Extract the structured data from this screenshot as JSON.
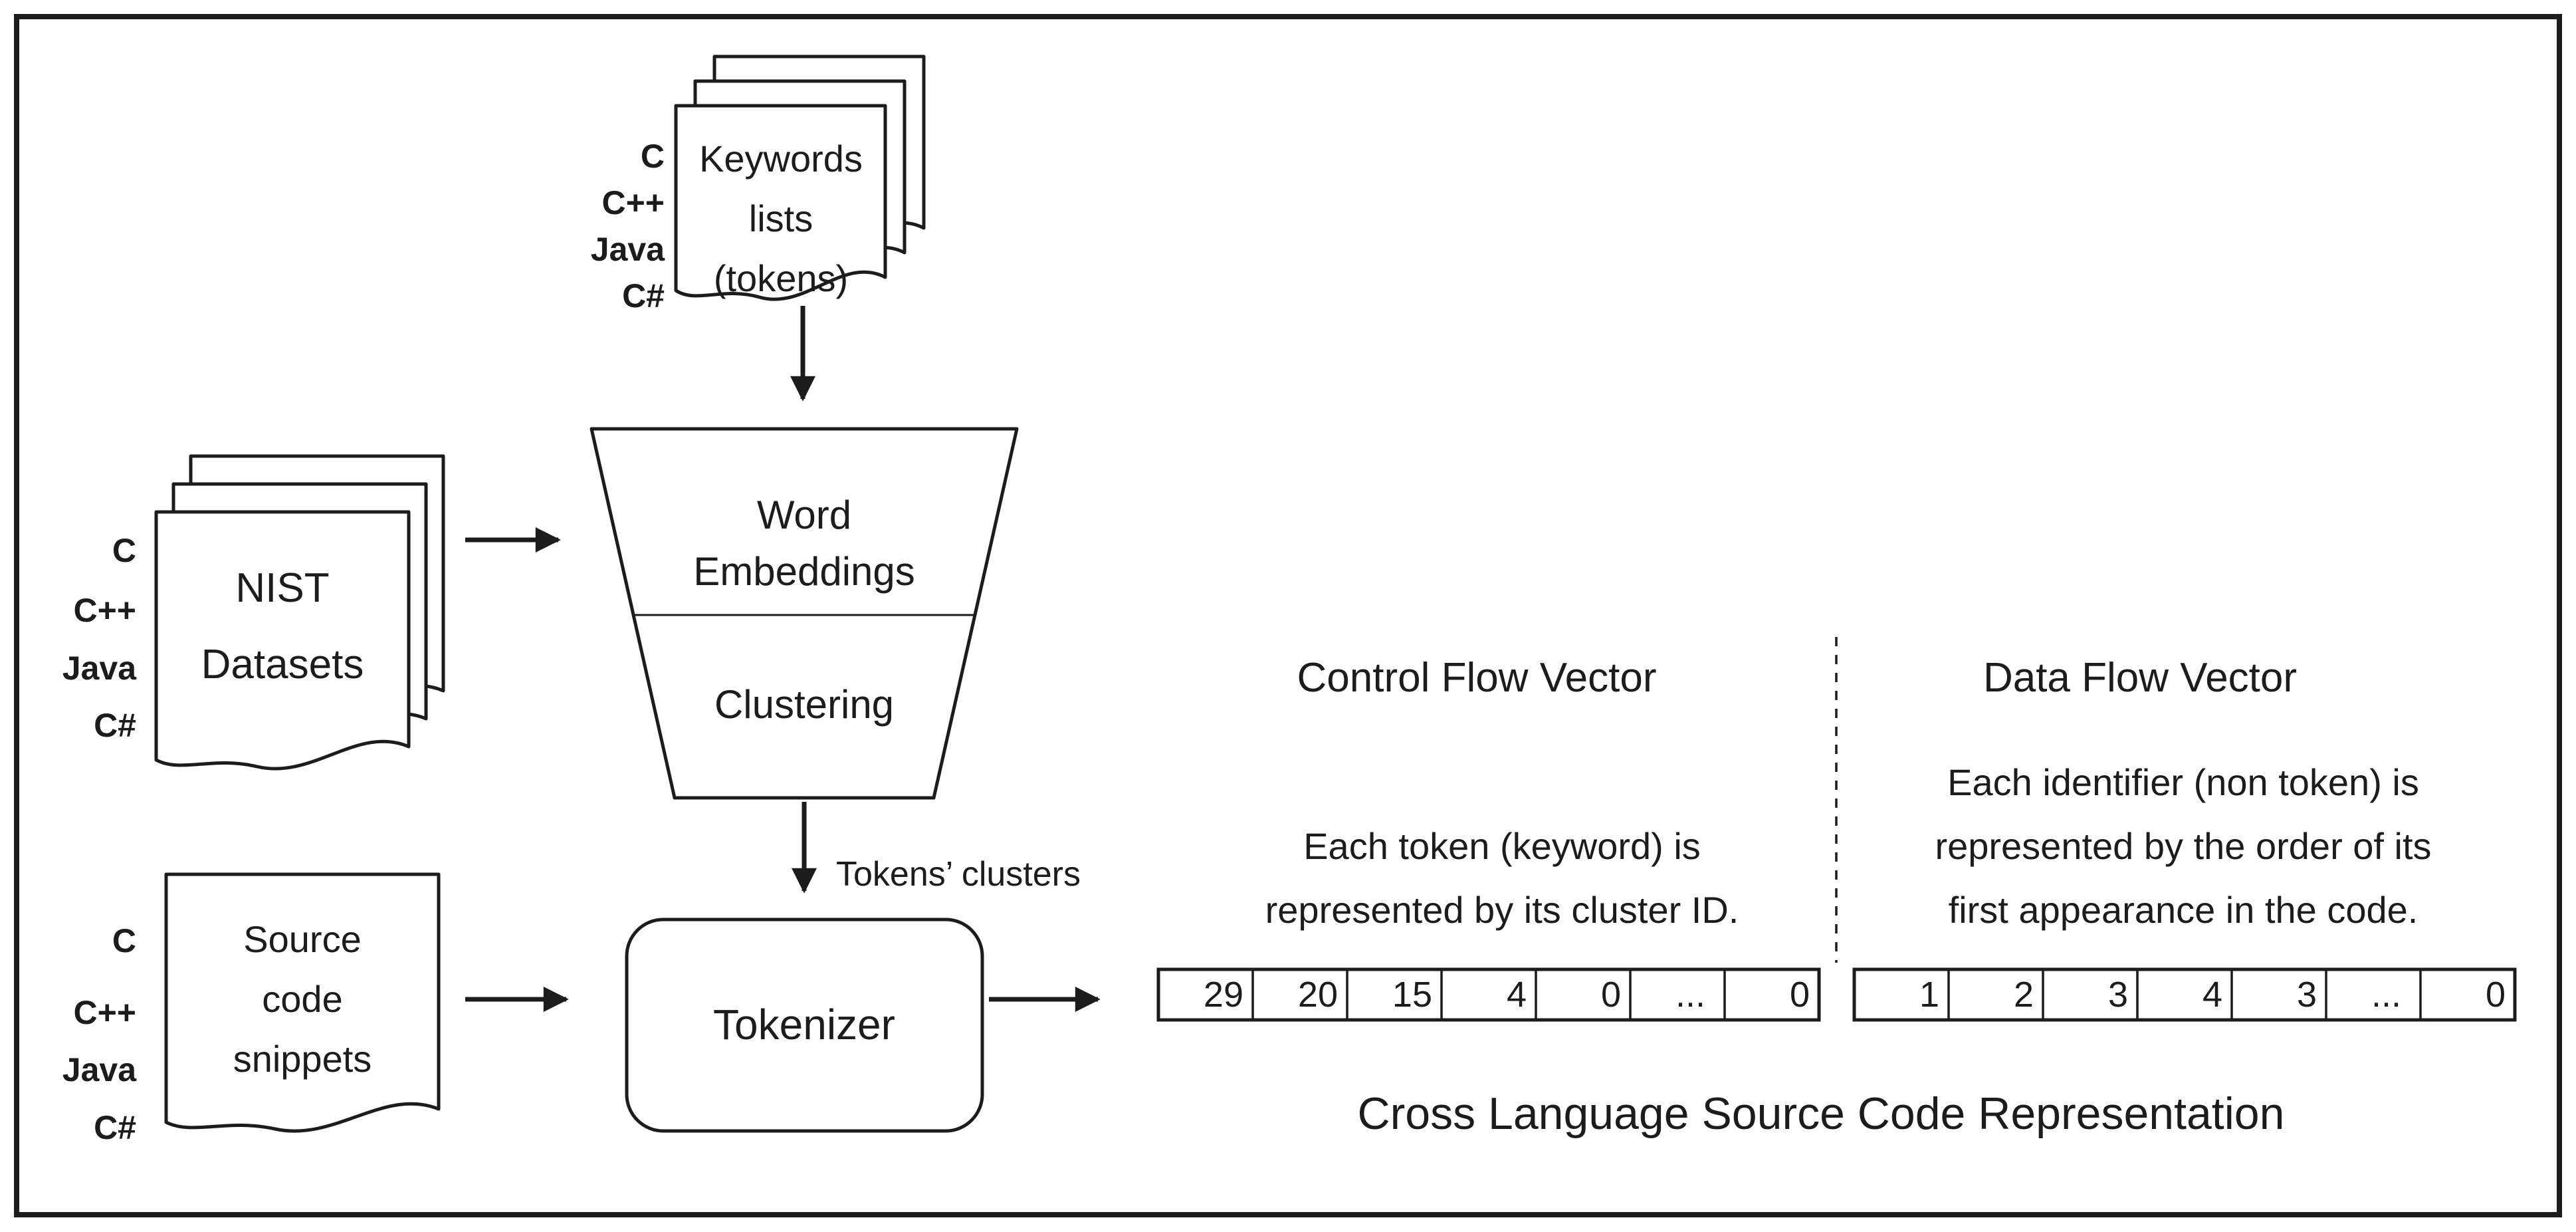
{
  "colors": {
    "ink": "#1c1c1c",
    "background": "#ffffff"
  },
  "languages": [
    "C",
    "C++",
    "Java",
    "C#"
  ],
  "nodes": {
    "keywords_doc": {
      "lines": [
        "Keywords",
        "lists",
        "(tokens)"
      ]
    },
    "nist_doc": {
      "lines": [
        "NIST",
        "Datasets"
      ]
    },
    "source_doc": {
      "lines": [
        "Source",
        "code",
        "snippets"
      ]
    },
    "funnel": {
      "stage1_lines": [
        "Word",
        "Embeddings"
      ],
      "stage2": "Clustering"
    },
    "tokenizer": {
      "label": "Tokenizer"
    }
  },
  "edges": {
    "tokens_clusters_label": "Tokens’ clusters"
  },
  "control_flow_vector": {
    "title": "Control Flow Vector",
    "description_lines": [
      "Each token (keyword) is",
      "represented by its cluster ID."
    ],
    "cells": [
      "29",
      "20",
      "15",
      "4",
      "0",
      "...",
      "0"
    ]
  },
  "data_flow_vector": {
    "title": "Data Flow Vector",
    "description_lines": [
      "Each identifier (non token) is",
      "represented by the order of its",
      "first appearance in the code."
    ],
    "cells": [
      "1",
      "2",
      "3",
      "4",
      "3",
      "...",
      "0"
    ]
  },
  "caption": "Cross Language Source Code Representation"
}
